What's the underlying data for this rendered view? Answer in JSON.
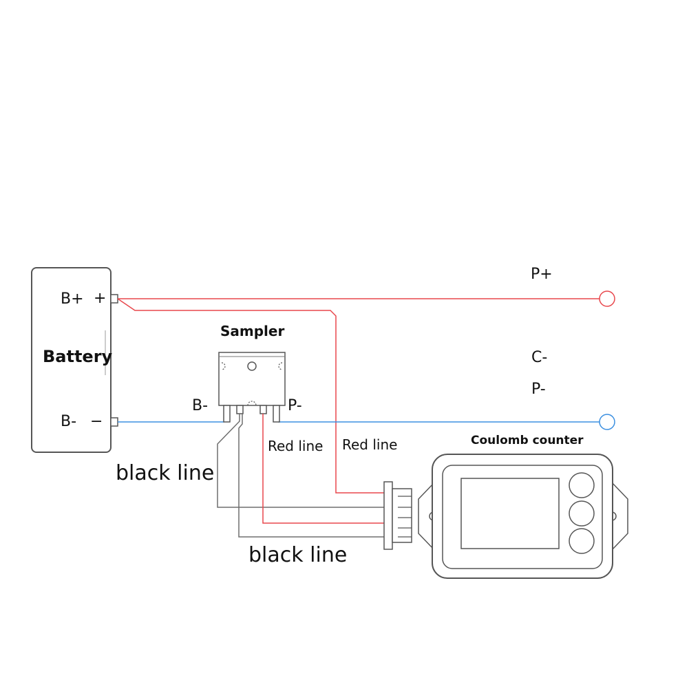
{
  "battery": {
    "title": "Battery",
    "pos_label": "B+",
    "pos_sign": "+",
    "neg_label": "B-",
    "neg_sign": "−"
  },
  "sampler": {
    "title": "Sampler",
    "left_label": "B-",
    "right_label": "P-"
  },
  "terminals": {
    "p_plus": "P+",
    "c_minus": "C-",
    "p_minus": "P-"
  },
  "wires": {
    "red_line_1": "Red line",
    "red_line_2": "Red line",
    "black_line_1": "black line",
    "black_line_2": "black line"
  },
  "coulomb_counter": {
    "title": "Coulomb counter"
  },
  "colors": {
    "red_wire": "#e8474c",
    "blue_wire": "#3b8fe0",
    "black_wire": "#6e6e6e",
    "outline": "#555555"
  }
}
